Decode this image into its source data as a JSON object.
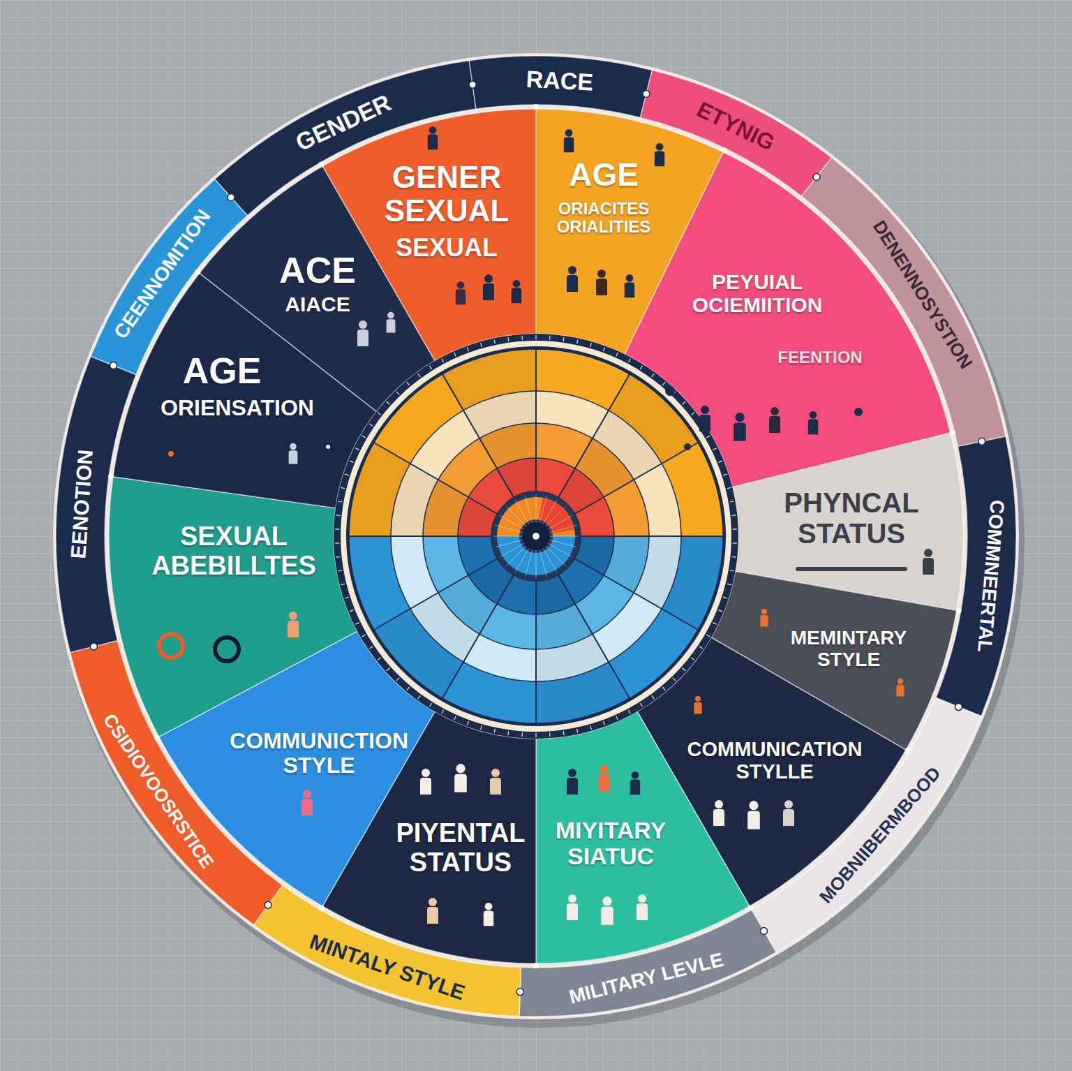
{
  "diagram": {
    "nodes": [
      {
        "text": [
          "GENDER"
        ]
      },
      {
        "text": [
          "RACE"
        ]
      },
      {
        "text": [
          "ETYNIG"
        ]
      },
      {
        "text": [
          "DENENNOSYSTION"
        ]
      },
      {
        "text": [
          "COMMNEERTAL"
        ]
      },
      {
        "text": [
          "MOBNIIBERMBOOD"
        ]
      },
      {
        "text": [
          "MILITARY LEVLE"
        ]
      },
      {
        "text": [
          "MINTALY STYLE"
        ]
      },
      {
        "text": [
          "CSIDIOVOOSRSTICE"
        ]
      },
      {
        "text": [
          "EENOTION"
        ]
      },
      {
        "text": [
          "CEENNOMITION"
        ]
      },
      {
        "text": [
          "GENER SEXUAL",
          "SEXUAL"
        ]
      },
      {
        "text": [
          "AGE",
          "ORIACITES ORIALITIES"
        ]
      },
      {
        "text": [
          "PEYUIAL OCIEMIITION",
          "FEENTION"
        ]
      },
      {
        "text": [
          "PHYNCAL STATUS"
        ]
      },
      {
        "text": [
          "MEMINTARY STYLE"
        ]
      },
      {
        "text": [
          "COMMUNICATION STYLLE"
        ]
      },
      {
        "text": [
          "MIYITARY SIATUC"
        ]
      },
      {
        "text": [
          "PIYENTAL STATUS"
        ]
      },
      {
        "text": [
          "COMMUNICTION STYLE"
        ]
      },
      {
        "text": [
          "SEXUAL ABEBILLTES"
        ]
      },
      {
        "text": [
          "AGE",
          "ORIENSATION"
        ]
      },
      {
        "text": [
          "ACE",
          "AIACE"
        ]
      }
    ]
  }
}
